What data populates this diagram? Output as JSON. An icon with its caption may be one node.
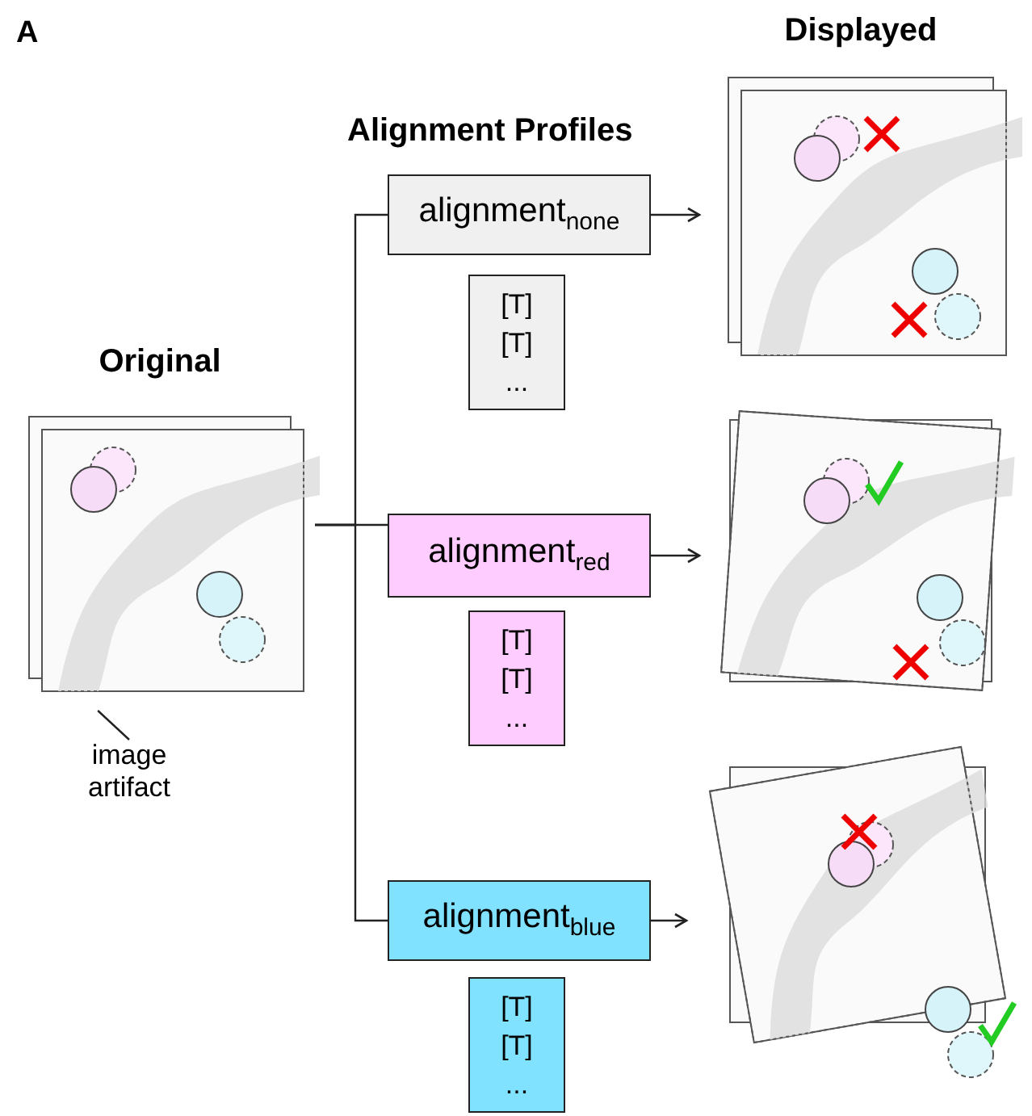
{
  "diagram": {
    "nodes": [
      {
        "text": [
          "Original"
        ]
      },
      {
        "text": [
          "image artifact"
        ]
      },
      {
        "text": [
          "alignment$_{none}$"
        ]
      },
      {
        "text": [
          "[T] [T] ..."
        ]
      },
      {
        "text": [
          "Displayed"
        ]
      },
      {
        "text": [
          "alignment$_{red}$"
        ]
      },
      {
        "text": [
          "[T] [T] ..."
        ]
      },
      {
        "text": [],
        "shape": "picture"
      },
      {
        "text": [
          "alignment$_{blue}$"
        ]
      },
      {
        "text": [
          "[T] [T] ..."
        ]
      },
      {
        "text": [],
        "shape": "picture"
      }
    ],
    "edges": [
      {
        "from": 0,
        "to": 2,
        "arrow": "none"
      },
      {
        "from": 0,
        "to": 5,
        "arrow": "none"
      },
      {
        "from": 0,
        "to": 8,
        "arrow": "none"
      },
      {
        "from": 2,
        "to": 4,
        "arrow": "to"
      },
      {
        "from": 5,
        "to": 7,
        "arrow": "to"
      },
      {
        "from": 8,
        "to": 10,
        "arrow": "to"
      },
      {
        "from": 1,
        "to": 0,
        "arrow": "none"
      }
    ],
    "labels": [
      "A",
      "Alignment Profiles"
    ]
  }
}
